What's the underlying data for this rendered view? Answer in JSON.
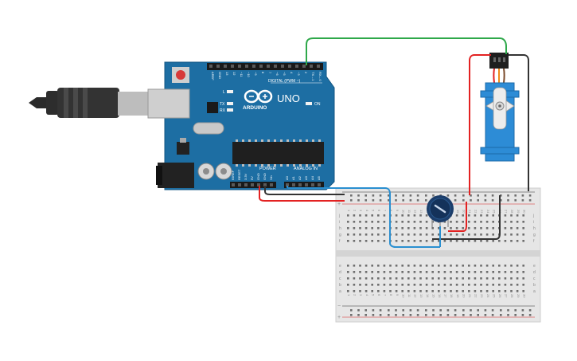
{
  "board": {
    "brand": "ARDUINO",
    "model": "UNO",
    "on_label": "ON",
    "digital_header": "DIGITAL (PWM ~)",
    "analog_header": "ANALOG IN",
    "power_header": "POWER",
    "tx_label": "TX",
    "rx_label": "RX",
    "l_label": "L",
    "digital_pins": [
      "AREF",
      "GND",
      "13",
      "12",
      "~11",
      "~10",
      "~9",
      "8",
      "7",
      "~6",
      "~5",
      "4",
      "~3",
      "2",
      "TX→1",
      "RX←0"
    ],
    "power_pins": [
      "IOREF",
      "RESET",
      "3.3V",
      "5V",
      "GND",
      "GND",
      "Vin"
    ],
    "analog_pins": [
      "A0",
      "A1",
      "A2",
      "A3",
      "A4",
      "A5"
    ]
  },
  "breadboard": {
    "rows_top": [
      "j",
      "i",
      "h",
      "g",
      "f"
    ],
    "rows_bottom": [
      "e",
      "d",
      "c",
      "b",
      "a"
    ],
    "col_numbers": [
      "1",
      "2",
      "3",
      "4",
      "5",
      "6",
      "7",
      "8",
      "9",
      "10",
      "11",
      "12",
      "13",
      "14",
      "15",
      "16",
      "17",
      "18",
      "19",
      "20",
      "21",
      "22",
      "23",
      "24",
      "25",
      "26",
      "27",
      "28",
      "29",
      "30"
    ],
    "rail_minus": "−",
    "rail_plus": "+"
  },
  "colors": {
    "board": "#1d6ea3",
    "wire_green": "#2ea84a",
    "wire_red": "#e32222",
    "wire_black": "#333333",
    "wire_blue": "#2a8fd0",
    "servo": "#2d8cd6"
  }
}
